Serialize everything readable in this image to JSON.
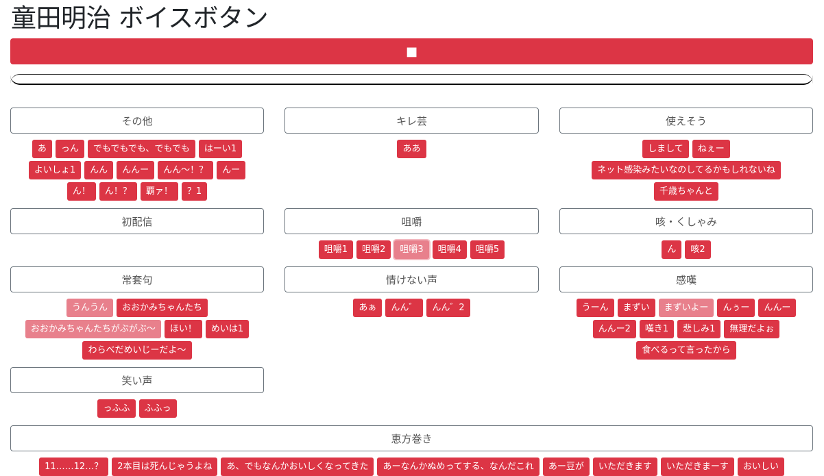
{
  "title": "童田明治 ボイスボタン",
  "stop_label": "■",
  "sections": [
    {
      "title": "その他",
      "buttons": [
        "あ",
        "っん",
        "でもでもでも、でもでも",
        "はーい1",
        "よいしょ1",
        "んん",
        "んんー",
        "んん～！？",
        "んー",
        "ん！",
        "ん！？",
        "覇ァ！",
        "？1"
      ]
    },
    {
      "title": "キレ芸",
      "buttons": [
        "ああ"
      ]
    },
    {
      "title": "使えそう",
      "buttons": [
        "しまして",
        "ねぇー",
        "ネット感染みたいなのしてるかもしれないね",
        "千歳ちゃんと"
      ]
    },
    {
      "title": "初配信",
      "buttons": []
    },
    {
      "title": "咀嚼",
      "buttons": [
        "咀嚼1",
        "咀嚼2",
        "咀嚼3",
        "咀嚼4",
        "咀嚼5"
      ]
    },
    {
      "title": "咳・くしゃみ",
      "buttons": [
        "ん",
        "咳2"
      ]
    },
    {
      "title": "常套句",
      "buttons": [
        "うんうん",
        "おおかみちゃんたち",
        "おおかみちゃんたちがぶがぶ～",
        "ほい！",
        "めいは1",
        "わらべだめいじーだよ～"
      ]
    },
    {
      "title": "情けない声",
      "buttons": [
        "あぁ",
        "んん゛",
        "んん゛2"
      ]
    },
    {
      "title": "感嘆",
      "buttons": [
        "うーん",
        "まずい",
        "まずいよー",
        "んぅー",
        "んんー",
        "んんー2",
        "嘆き1",
        "悲しみ1",
        "無理だよぉ",
        "食べるって言ったから"
      ]
    },
    {
      "title": "笑い声",
      "buttons": [
        "っふふ",
        "ふふっ"
      ]
    },
    {
      "title": "恵方巻き",
      "buttons": [
        "11……12…？",
        "2本目は死んじゃうよね",
        "あ、でもなんかおいしくなってきた",
        "あーなんかぬめってする、なんだこれ",
        "あー豆が",
        "いただきます",
        "いただきまーす",
        "おいしい"
      ]
    }
  ],
  "played_buttons": [
    "咀嚼3",
    "うんうん",
    "おおかみちゃんたちがぶがぶ～",
    "まずいよー"
  ],
  "colors": {
    "accent": "#dc3545",
    "played": "#e8808c"
  }
}
